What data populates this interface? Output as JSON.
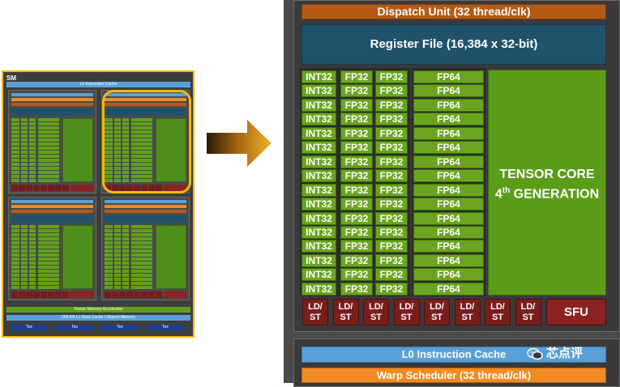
{
  "thumbnail": {
    "sm_label": "SM",
    "l1_instruction_cache": "L1 Instruction Cache",
    "tensor_memory_accelerator": "Tensor Memory Accelerator",
    "l1_data_cache": "256 KB L1 Data Cache / Shared Memory",
    "tex_labels": [
      "Tex",
      "Tex",
      "Tex",
      "Tex"
    ],
    "quadrant": {
      "l0_cache": "L0 Instruction Cache",
      "warp_scheduler": "Warp Scheduler (32 thread/clk)",
      "dispatch_unit": "Dispatch Unit (32 thread/clk)",
      "register_file": "Register File (16,384 x 32-bit)",
      "tensor_core": "TENSOR CORE",
      "tensor_gen": "4th GENERATION",
      "sfu": "SFU"
    }
  },
  "zoom": {
    "dispatch_unit": "Dispatch Unit (32 thread/clk)",
    "register_file": "Register File (16,384 x 32-bit)",
    "int32_label": "INT32",
    "fp32_label": "FP32",
    "fp64_label": "FP64",
    "unit_rows": 16,
    "tensor_core_line1": "TENSOR CORE",
    "tensor_core_line2_num": "4",
    "tensor_core_line2_sup": "th",
    "tensor_core_line2_rest": " GENERATION",
    "ldst_top": "LD/",
    "ldst_bottom": "ST",
    "ldst_count": 8,
    "sfu": "SFU",
    "l0_instruction_cache": "L0 Instruction Cache",
    "warp_scheduler": "Warp Scheduler (32 thread/clk)"
  },
  "watermark": "芯点评",
  "colors": {
    "highlight": "#f5b800",
    "arrow": "#d89a1a",
    "green_unit": "#6ba520",
    "register_file": "#21526b",
    "dispatch": "#b55a16",
    "ldst": "#7a1d1d",
    "sfu": "#8c2222",
    "l0_cache": "#5aa0d8",
    "warp_scheduler": "#f08a24"
  }
}
